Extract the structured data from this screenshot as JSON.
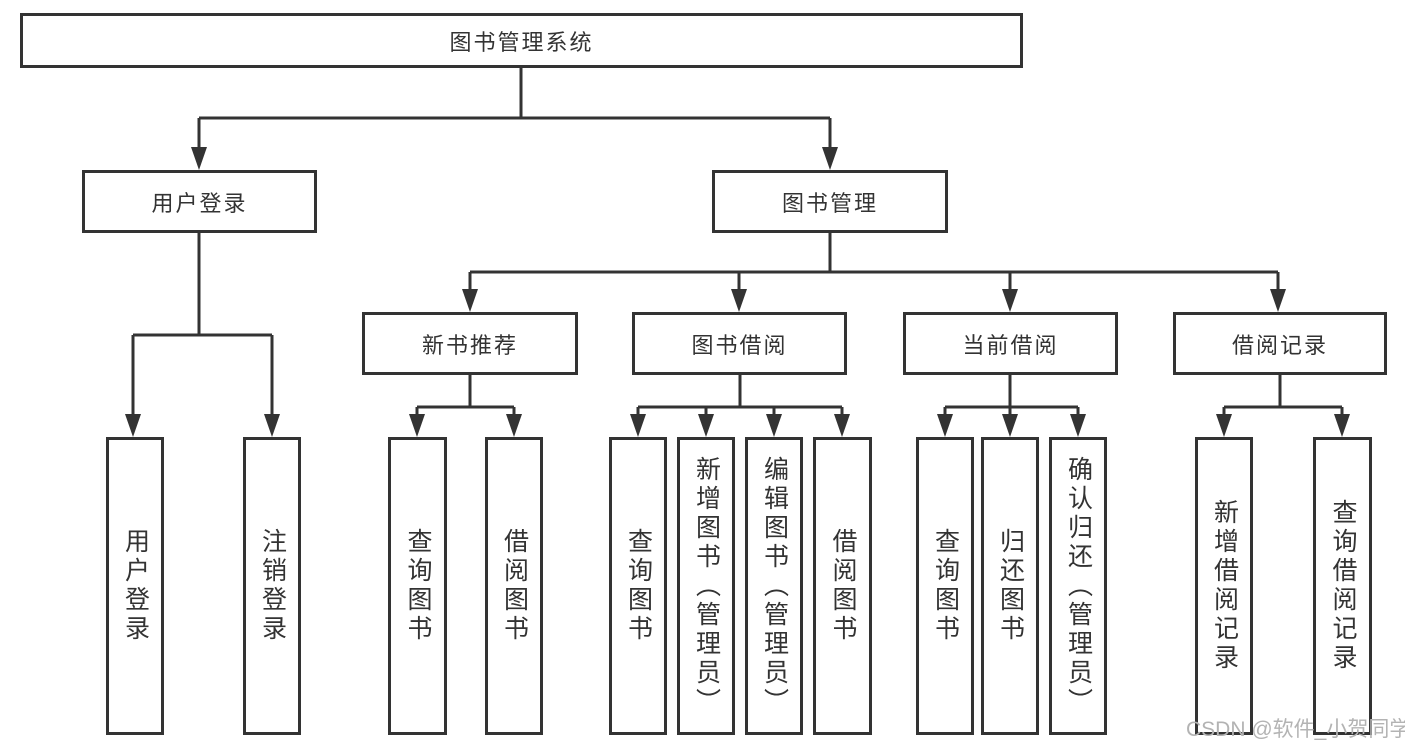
{
  "colors": {
    "line": "#333333",
    "text": "#333333",
    "box-fill": "#ffffff",
    "background": "#ffffff",
    "watermark": "#b3b3b3"
  },
  "watermark": {
    "text": "CSDN @软件_小贺同学"
  },
  "tree": {
    "label": "图书管理系统",
    "children": [
      {
        "label": "用户登录",
        "children": [
          {
            "label": "用户登录"
          },
          {
            "label": "注销登录"
          }
        ]
      },
      {
        "label": "图书管理",
        "children": [
          {
            "label": "新书推荐",
            "children": [
              {
                "label": "查询图书"
              },
              {
                "label": "借阅图书"
              }
            ]
          },
          {
            "label": "图书借阅",
            "children": [
              {
                "label": "查询图书"
              },
              {
                "label": "新增图书（管理员）"
              },
              {
                "label": "编辑图书（管理员）"
              },
              {
                "label": "借阅图书"
              }
            ]
          },
          {
            "label": "当前借阅",
            "children": [
              {
                "label": "查询图书"
              },
              {
                "label": "归还图书"
              },
              {
                "label": "确认归还（管理员）"
              }
            ]
          },
          {
            "label": "借阅记录",
            "children": [
              {
                "label": "新增借阅记录"
              },
              {
                "label": "查询借阅记录"
              }
            ]
          }
        ]
      }
    ]
  }
}
